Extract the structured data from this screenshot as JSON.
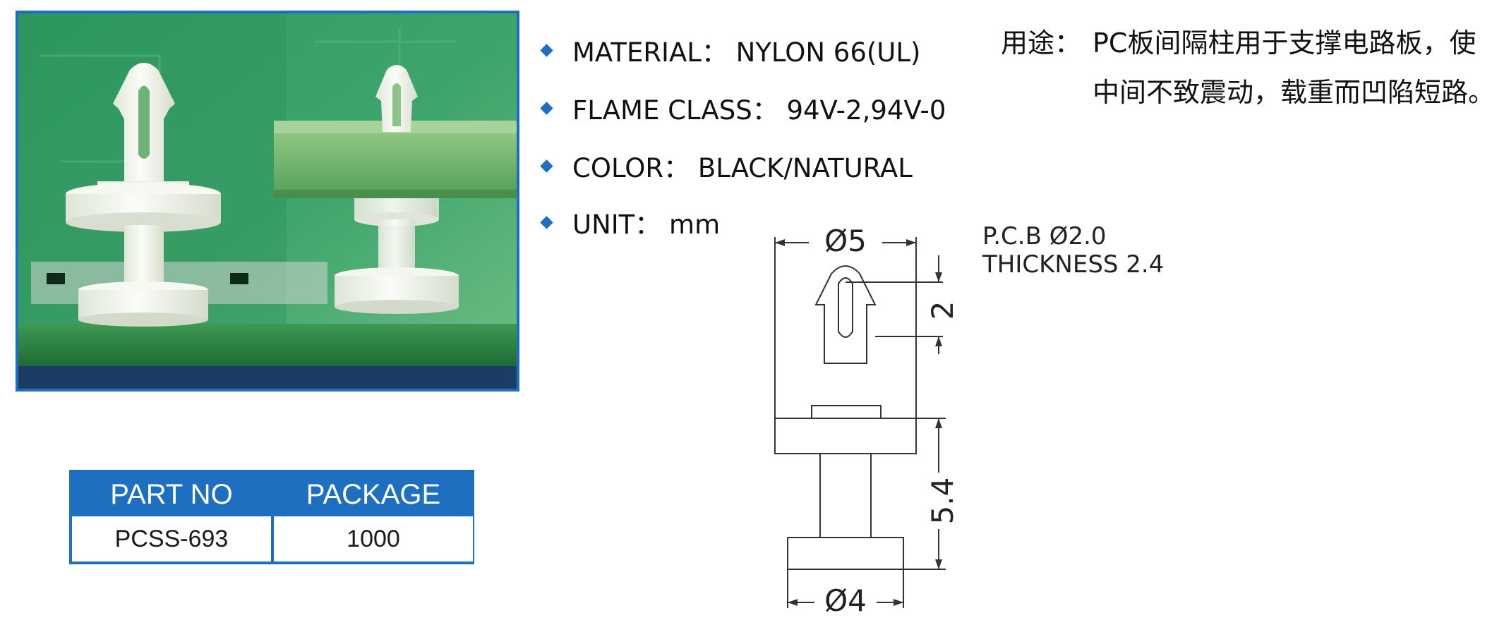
{
  "photo": {
    "alt": "PCB spacer photo"
  },
  "specs": [
    {
      "text": "MATERIAL： NYLON 66(UL)"
    },
    {
      "text": "FLAME CLASS： 94V-2,94V-0"
    },
    {
      "text": "COLOR： BLACK/NATURAL"
    },
    {
      "text": "UNIT： mm"
    }
  ],
  "usage": {
    "label": "用途：",
    "text": "PC板间隔柱用于支撑电路板，使中间不致震动，载重而凹陷短路。"
  },
  "table": {
    "headers": [
      "PART NO",
      "PACKAGE"
    ],
    "rows": [
      [
        "PCSS-693",
        "1000"
      ]
    ]
  },
  "drawing": {
    "pcb_line1": "P.C.B  Ø2.0",
    "pcb_line2": "THICKNESS  2.4",
    "dim_top_diameter": "Ø5",
    "dim_bottom_diameter": "Ø4",
    "dim_tip_height": "2",
    "dim_body_height": "5.4"
  },
  "colors": {
    "accent_blue": "#1f6fc0",
    "pcb_green": "#2f8a52",
    "nylon_natural": "#f2f4ee"
  }
}
